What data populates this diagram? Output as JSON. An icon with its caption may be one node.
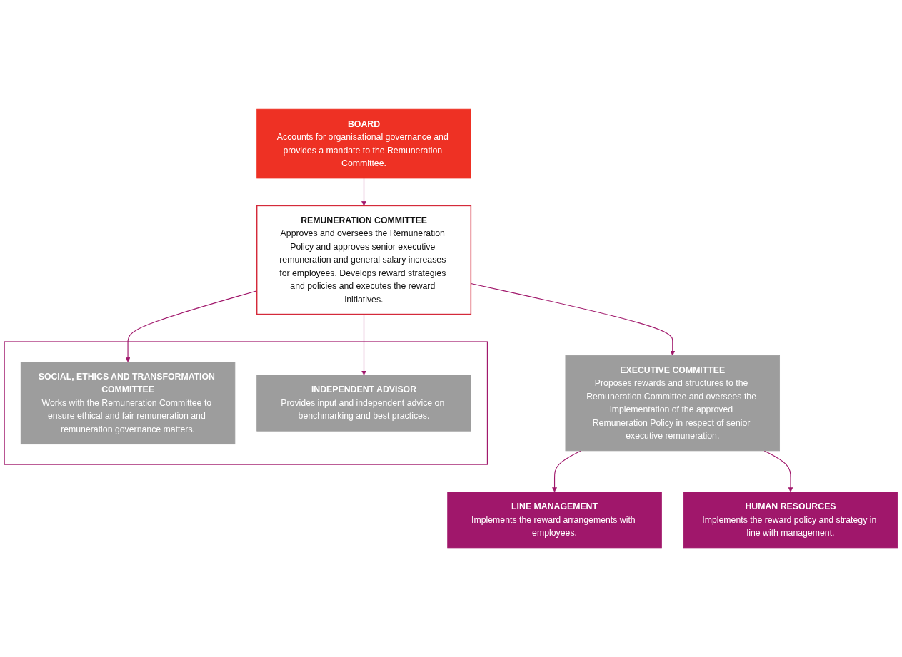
{
  "diagram": {
    "nodes": [
      {
        "text": [
          "BOARD",
          "Accounts for organisational governance and provides a mandate to the Remuneration Committee."
        ]
      },
      {
        "text": [
          "REMUNERATION COMMITTEE",
          "Approves and oversees the Remuneration Policy and approves senior executive remuneration and general salary increases for employees. Develops reward strategies and policies and executes the reward initiatives."
        ]
      },
      {
        "text": [],
        "shape": "box"
      },
      {
        "text": [
          "SOCIAL, ETHICS AND TRANSFORMATION COMMITTEE",
          "Works with the Remuneration Committee to ensure ethical and fair remuneration and remuneration governance matters."
        ],
        "in": 2
      },
      {
        "text": [
          "INDEPENDENT ADVISOR",
          "Provides input and independent advice on benchmarking and best practices."
        ],
        "in": 2
      },
      {
        "text": [
          "EXECUTIVE COMMITTEE",
          "Proposes rewards and structures to the Remuneration Committee and oversees the implementation of the approved Remuneration Policy in respect of senior executive remuneration."
        ]
      },
      {
        "text": [
          "LINE MANAGEMENT",
          "Implements the reward arrangements with employees."
        ]
      },
      {
        "text": [
          "HUMAN RESOURCES",
          "Implements the reward policy and strategy in line with management."
        ]
      }
    ],
    "edges": [
      {
        "from": 0,
        "to": 1,
        "arrow": "to"
      },
      {
        "from": 1,
        "to": 3,
        "arrow": "to"
      },
      {
        "from": 1,
        "to": 4,
        "arrow": "to"
      },
      {
        "from": 1,
        "to": 5,
        "arrow": "to"
      },
      {
        "from": 5,
        "to": 6,
        "arrow": "to"
      },
      {
        "from": 5,
        "to": 7,
        "arrow": "to"
      }
    ]
  }
}
